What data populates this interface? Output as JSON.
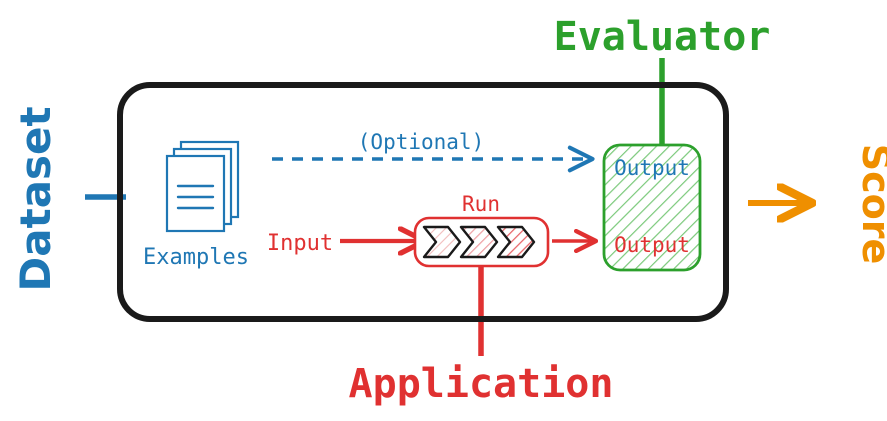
{
  "diagram": {
    "title": "Evaluation pipeline diagram",
    "colors": {
      "blue": "#1f77b4",
      "green": "#2ca02c",
      "red": "#e03131",
      "orange": "#ef8f00",
      "black": "#1a1a1a",
      "white": "#ffffff"
    },
    "outer_label_left": "Dataset",
    "outer_label_top": "Evaluator",
    "outer_label_bottom": "Application",
    "outer_label_right": "Score",
    "examples": {
      "label": "Examples",
      "icon": "stacked-documents-icon",
      "page_count": 3,
      "text_lines": 3
    },
    "optional_arrow": {
      "label": "(Optional)",
      "style": "dashed",
      "color": "#1f77b4"
    },
    "input_arrow": {
      "label": "Input",
      "style": "solid",
      "color": "#e03131"
    },
    "run_box": {
      "label": "Run",
      "icon": "chevron-pipeline-icon",
      "chevron_count": 3,
      "chevron_shades": [
        "#fdecec",
        "#fbd7d9",
        "#f9bfc0"
      ]
    },
    "output_box": {
      "border_color": "#2ca02c",
      "fill": "hatched-green",
      "entries": [
        {
          "label": "Output",
          "color": "#1f77b4",
          "source": "optional"
        },
        {
          "label": "Output",
          "color": "#e03131",
          "source": "application"
        }
      ]
    },
    "score_arrow": {
      "style": "solid",
      "color": "#ef8f00"
    }
  }
}
